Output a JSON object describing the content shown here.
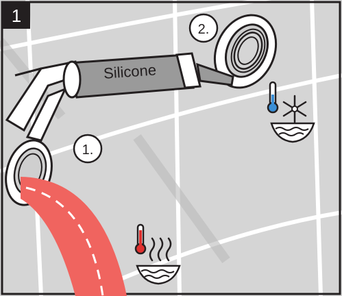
{
  "step_number": "1",
  "step_badges": {
    "first": "1.",
    "second": "2."
  },
  "cartridge_label": "Silicone",
  "icons": [
    {
      "name": "cold-water-icon",
      "meaning": "cold"
    },
    {
      "name": "hot-water-icon",
      "meaning": "hot"
    }
  ],
  "colors": {
    "background": "#d5d5d5",
    "tile_lines": "#ffffff",
    "outline": "#231f20",
    "hose": "#f0645f",
    "cold": "#3a8fd6",
    "hot": "#e0312f",
    "cartridge": "#9a9a9a"
  }
}
